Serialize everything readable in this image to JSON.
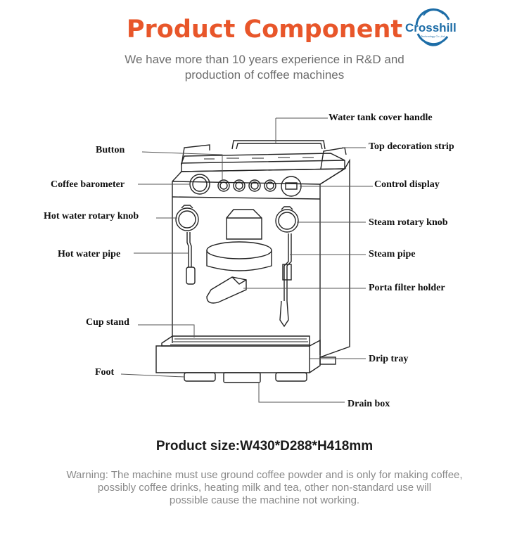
{
  "header": {
    "title": "Product Component",
    "subtitle_lines": [
      "We have more than 10 years experience in R&D and",
      "production of coffee machines"
    ],
    "logo_text": "Crosshill",
    "logo_tagline": "Technology Co.,Ltd"
  },
  "colors": {
    "title": "#e8562a",
    "logo": "#1d6da7",
    "warning": "#8a8a8a"
  },
  "labels": {
    "water_tank_cover_handle": "Water tank cover handle",
    "button": "Button",
    "top_decoration_strip": "Top decoration strip",
    "coffee_barometer": "Coffee barometer",
    "control_display": "Control display",
    "hot_water_rotary_knob": "Hot water rotary knob",
    "steam_rotary_knob": "Steam rotary knob",
    "hot_water_pipe": "Hot water pipe",
    "steam_pipe": "Steam pipe",
    "porta_filter_holder": "Porta filter holder",
    "cup_stand": "Cup stand",
    "drip_tray": "Drip tray",
    "foot": "Foot",
    "drain_box": "Drain box"
  },
  "product_size": "Product size:W430*D288*H418mm",
  "warning_lines": [
    "Warning: The machine must use ground coffee powder and is only for making coffee,",
    "possibly coffee drinks, heating milk and tea, other non-standard use will",
    "possible cause the machine not working."
  ]
}
